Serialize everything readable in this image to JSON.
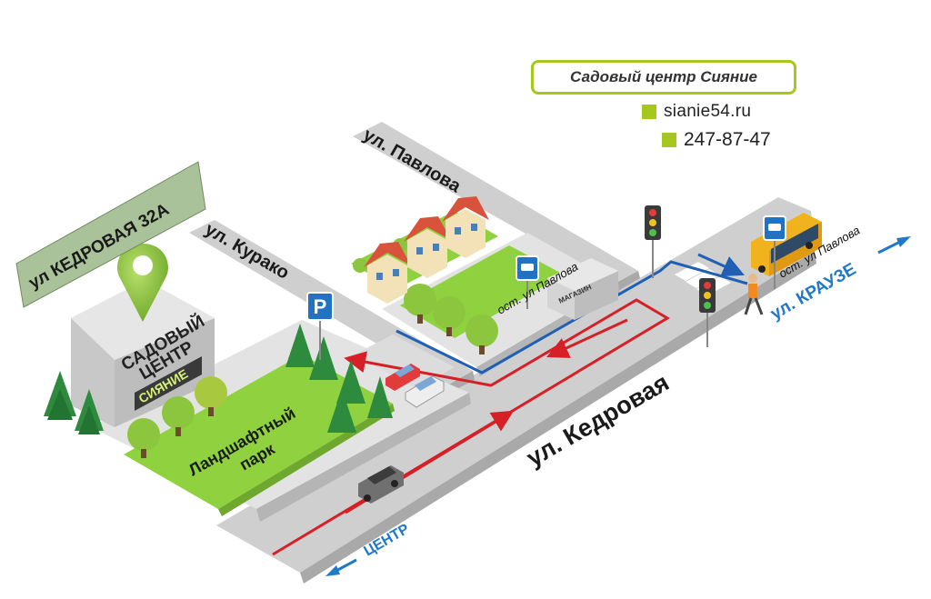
{
  "header": {
    "title": "Садовый центр Сияние",
    "website": "sianie54.ru",
    "phone": "247-87-47"
  },
  "address_sign": "ул КЕДРОВАЯ 32А",
  "building": {
    "line1": "САДОВЫЙ",
    "line2": "ЦЕНТР",
    "brand": "СИЯНИЕ"
  },
  "streets": {
    "kedrovaya": "ул. Кедровая",
    "kurako": "ул. Курако",
    "pavlova": "ул. Павлова",
    "krauze": "ул. КРАУЗЕ",
    "center": "ЦЕНТР"
  },
  "bus_stops": {
    "near_shop": "ост. ул Павлова",
    "near_bus": "ост. ул Павлова"
  },
  "shop": "МАГАЗИН",
  "park": {
    "line1": "Ландшафтный",
    "line2": "парк"
  },
  "parking_sign": "P",
  "colors": {
    "accent": "#a6c81e",
    "route_red": "#d61f26",
    "route_blue": "#1f5fb4",
    "direction_blue": "#1f78c8",
    "grass": "#8fd13f",
    "road": "#cfcfcf",
    "sign_green": "#a9c29a"
  }
}
